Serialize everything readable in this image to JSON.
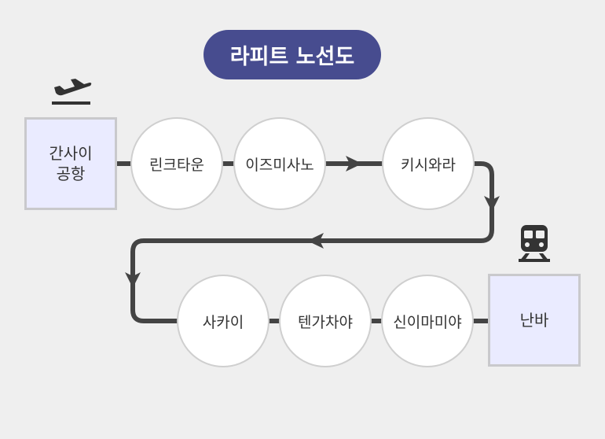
{
  "title": "라피트 노선도",
  "terminals": {
    "kansai": {
      "lines": [
        "간사이",
        "공항"
      ],
      "icon": "airplane-icon"
    },
    "namba": {
      "label": "난바",
      "icon": "train-icon"
    }
  },
  "stations_row1": [
    "린크타운",
    "이즈미사노",
    "키시와라"
  ],
  "stations_row2": [
    "신이마미야",
    "텐가차야",
    "사카이"
  ],
  "colors": {
    "accent": "#474c8f",
    "line": "#444444",
    "terminal_fill": "#eaebff"
  }
}
